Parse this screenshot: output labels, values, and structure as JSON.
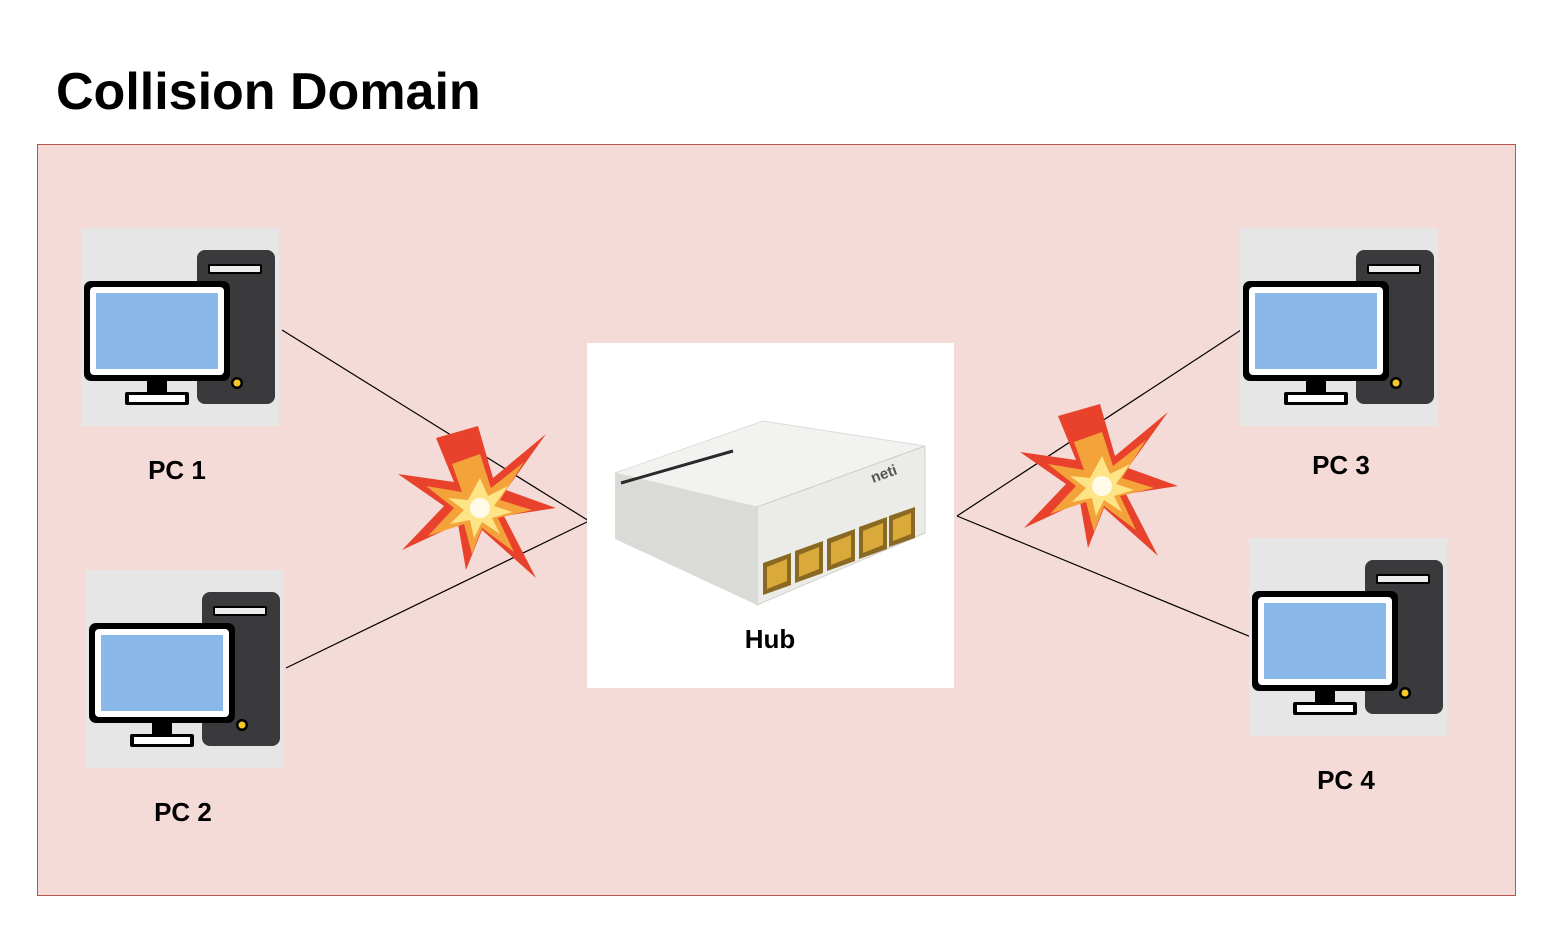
{
  "title": "Collision Domain",
  "hub": {
    "label": "Hub",
    "brand": "neti"
  },
  "pcs": [
    {
      "id": "pc1",
      "label": "PC 1"
    },
    {
      "id": "pc2",
      "label": "PC 2"
    },
    {
      "id": "pc3",
      "label": "PC 3"
    },
    {
      "id": "pc4",
      "label": "PC 4"
    }
  ],
  "icons": {
    "pc": "desktop-computer-icon",
    "hub": "network-hub-icon",
    "collision": "collision-burst-icon"
  },
  "colors": {
    "domain_fill": "#f5dbd8",
    "domain_border": "#b85450",
    "screen": "#8ab8e8",
    "tower": "#3a3a3c"
  }
}
